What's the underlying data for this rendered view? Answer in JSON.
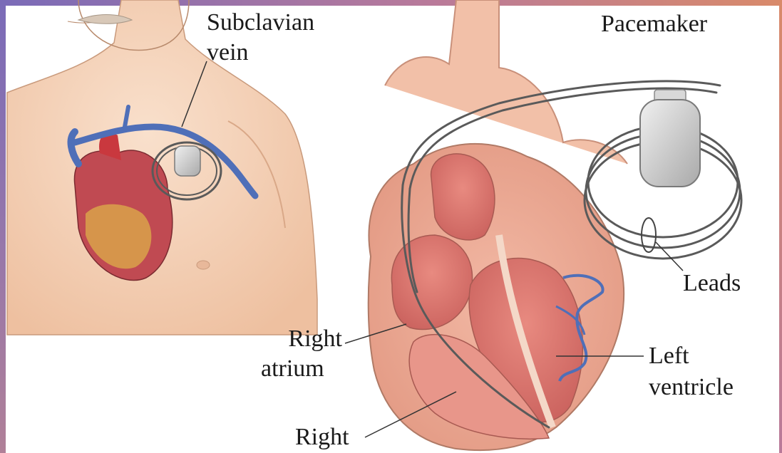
{
  "labels": {
    "subclavian_vein_line1": "Subclavian",
    "subclavian_vein_line2": "vein",
    "pacemaker": "Pacemaker",
    "leads": "Leads",
    "right_atrium_line1": "Right",
    "right_atrium_line2": "atrium",
    "left_ventricle_line1": "Left",
    "left_ventricle_line2": "ventricle",
    "right_ventricle_line1": "Right"
  },
  "colors": {
    "skin": "#f3d2b8",
    "skin_shadow": "#e6b596",
    "heart_muscle": "#e9a08a",
    "heart_inner": "#d9706a",
    "vein_blue": "#4f6fb8",
    "device_gray": "#c8c8c8",
    "lead_gray": "#5a5a5a",
    "frame_accent": "#7a6bb8"
  }
}
